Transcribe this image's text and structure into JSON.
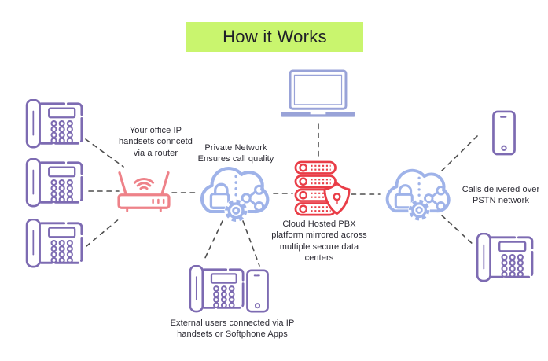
{
  "title": "How it Works",
  "labels": {
    "office": "Your office IP\nhandsets conncetd\nvia a router",
    "private_network": "Private Network\nEnsures call quality",
    "pbx": "Cloud Hosted PBX\nplatform mirrored across\nmultiple secure data\ncenters",
    "pstn": "Calls delivered over\nPSTN network",
    "external": "External users connected via IP\nhandsets or Softphone Apps"
  },
  "colors": {
    "title_bg": "#c9f56e",
    "title_text": "#1f1f28",
    "phone_purple": "#7d6bb2",
    "laptop_periwinkle": "#99a3d8",
    "cloud_blue": "#9fb3e9",
    "router_salmon": "#ee8289",
    "server_red": "#e93d47",
    "connector_gray": "#4f4f4f",
    "label_text": "#2b2a33",
    "background": "#ffffff"
  },
  "icons": {
    "desk_phone": "desk-phone-icon",
    "mobile_phone": "mobile-phone-icon",
    "router": "wifi-router-icon",
    "secure_cloud": "secure-cloud-icon",
    "lock": "padlock-icon",
    "share": "share-network-icon",
    "gear": "gear-icon",
    "server": "server-stack-icon",
    "shield": "security-shield-icon",
    "laptop": "laptop-icon"
  }
}
